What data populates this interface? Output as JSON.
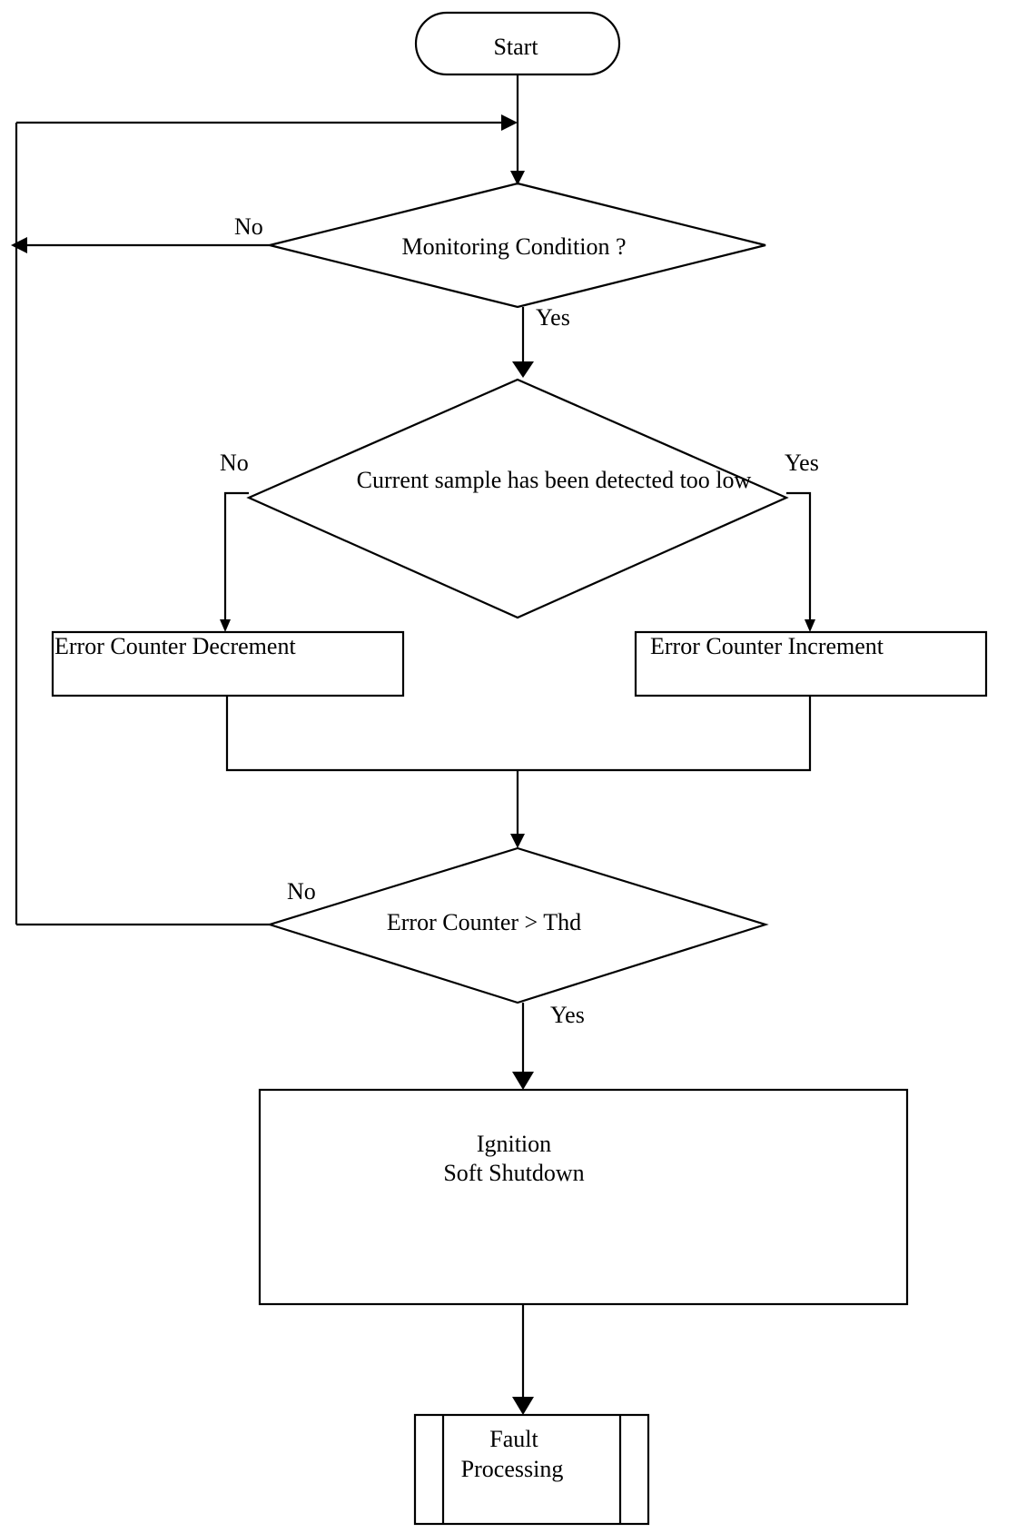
{
  "nodes": {
    "start": "Start",
    "monitoring_condition": "Monitoring Condition ?",
    "current_sample_check": "Current sample has been detected too low",
    "error_counter_decrement": "Error Counter Decrement",
    "error_counter_increment": "Error Counter Increment",
    "threshold_check": "Error Counter >  Thd",
    "ignition_shutdown": {
      "line1": "Ignition",
      "line2": "Soft Shutdown"
    },
    "fault_processing": {
      "line1": "Fault",
      "line2": "Processing"
    }
  },
  "edge_labels": {
    "monitoring_no": "No",
    "monitoring_yes": "Yes",
    "sample_no": "No",
    "sample_yes": "Yes",
    "threshold_no": "No",
    "threshold_yes": "Yes"
  }
}
